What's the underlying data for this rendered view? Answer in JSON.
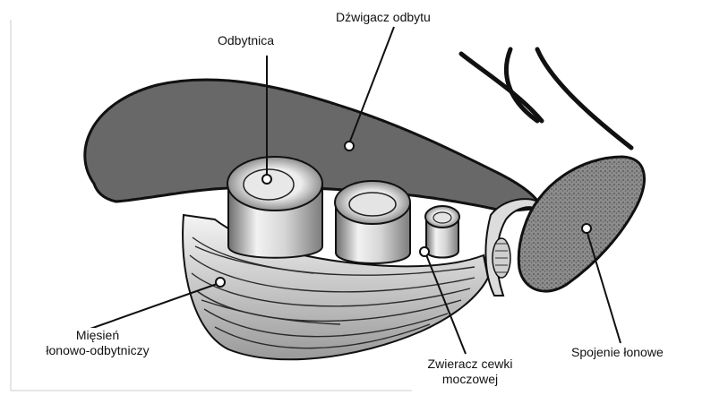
{
  "diagram": {
    "labels": {
      "rectum": "Odbytnica",
      "levator_ani": "Dźwigacz odbytu",
      "puborectalis_line1": "Mięsień",
      "puborectalis_line2": "łonowo-odbytniczy",
      "urethral_sphincter_line1": "Zwieracz cewki",
      "urethral_sphincter_line2": "moczowej",
      "pubic_symphysis": "Spojenie łonowe"
    },
    "colors": {
      "outline": "#111111",
      "muscle_gray": "#6e6e6e",
      "tube_light": "#e6e6e6",
      "tube_mid": "#b9b9b9",
      "bone_gray": "#8a8a8a",
      "label_text": "#111111"
    }
  }
}
